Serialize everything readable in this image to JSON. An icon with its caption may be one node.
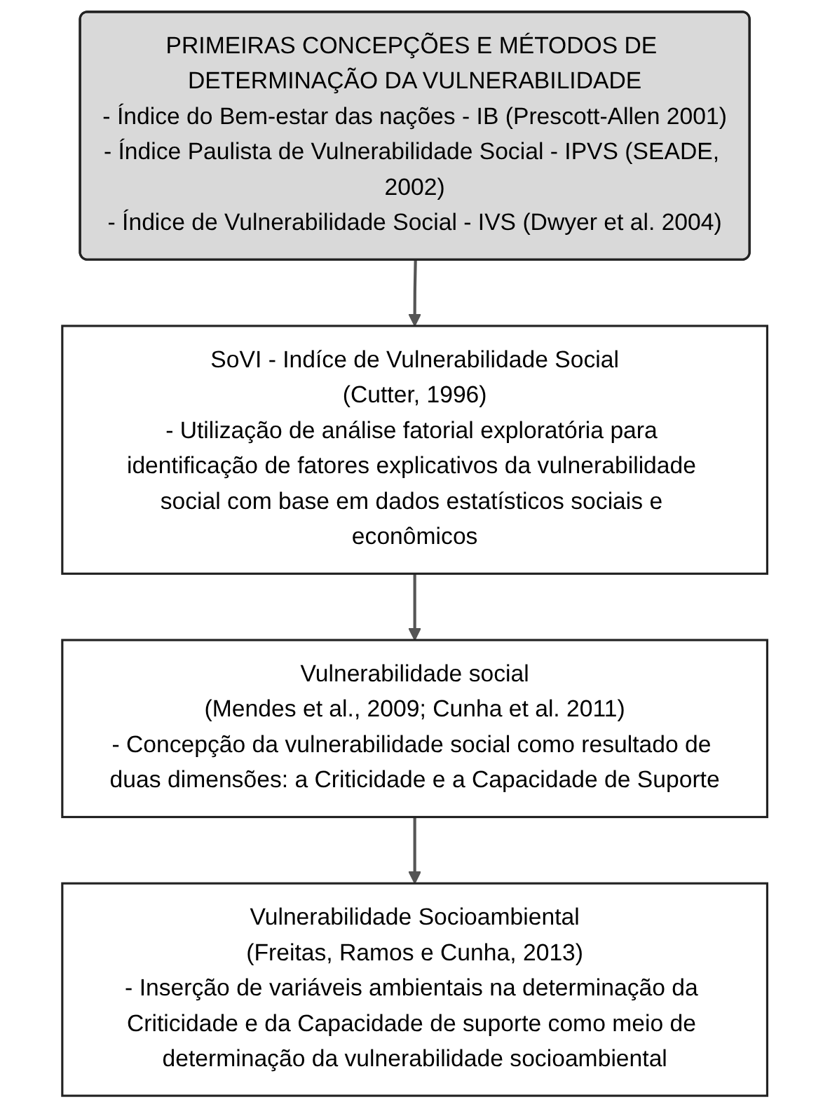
{
  "diagram": {
    "nodes": [
      {
        "text": [
          "PRIMEIRAS CONCEPÇÕES E MÉTODOS DE DETERMINAÇÃO DA VULNERABILIDADE",
          "- Índice do Bem-estar das nações - IB (Prescott-Allen 2001)",
          "- Índice Paulista de Vulnerabilidade Social - IPVS (SEADE, 2002)",
          "- Índice de Vulnerabilidade Social - IVS (Dwyer et al. 2004)"
        ]
      },
      {
        "text": [
          "SoVI - Indíce de Vulnerabilidade Social",
          "(Cutter, 1996)",
          "- Utilização de análise fatorial exploratória para identificação de fatores explicativos da vulnerabilidade social com base em dados estatísticos sociais e econômicos"
        ]
      },
      {
        "text": [
          "Vulnerabilidade social",
          "(Mendes et al., 2009; Cunha et al. 2011)",
          "- Concepção da vulnerabilidade social como resultado de duas dimensões: a Criticidade e a Capacidade de Suporte"
        ]
      },
      {
        "text": [
          "Vulnerabilidade Socioambiental",
          "(Freitas, Ramos e Cunha, 2013)",
          "- Inserção de variáveis ambientais na determinação da Criticidade e da Capacidade de suporte como meio de determinação da vulnerabilidade socioambiental"
        ]
      }
    ],
    "edges": [
      {
        "from": 0,
        "to": 1,
        "arrow": "to"
      },
      {
        "from": 1,
        "to": 2,
        "arrow": "to"
      },
      {
        "from": 2,
        "to": 3,
        "arrow": "to"
      }
    ]
  }
}
